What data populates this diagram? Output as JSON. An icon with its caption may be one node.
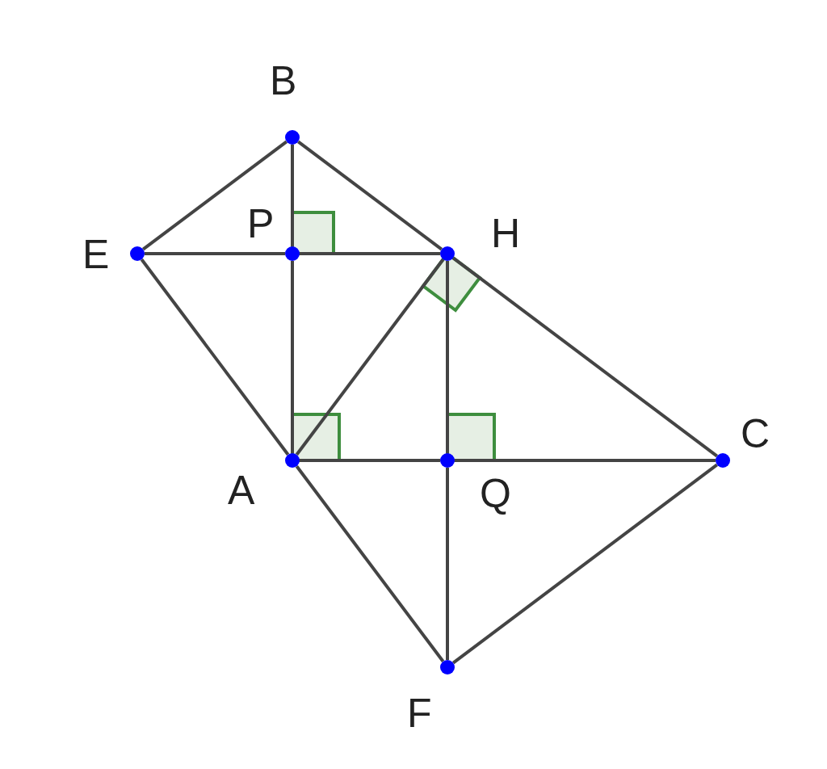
{
  "diagram": {
    "nodes": [
      {
        "text": [
          "B"
        ]
      },
      {
        "text": [
          "E"
        ]
      },
      {
        "text": [
          "P"
        ]
      },
      {
        "text": [
          "H"
        ]
      },
      {
        "text": [
          "C"
        ]
      },
      {
        "text": [
          "A"
        ]
      },
      {
        "text": [
          "Q"
        ]
      },
      {
        "text": [
          "F"
        ]
      }
    ],
    "edges": [
      {
        "from": 1,
        "to": 0,
        "arrow": "none"
      },
      {
        "from": 0,
        "to": 2,
        "arrow": "none"
      },
      {
        "from": 2,
        "to": 5,
        "arrow": "none"
      },
      {
        "from": 0,
        "to": 3,
        "arrow": "none"
      },
      {
        "from": 1,
        "to": 2,
        "arrow": "none"
      },
      {
        "from": 2,
        "to": 3,
        "arrow": "none"
      },
      {
        "from": 1,
        "to": 5,
        "arrow": "none"
      },
      {
        "from": 5,
        "to": 3,
        "arrow": "none"
      },
      {
        "from": 3,
        "to": 6,
        "arrow": "none"
      },
      {
        "from": 6,
        "to": 7,
        "arrow": "none"
      },
      {
        "from": 3,
        "to": 4,
        "arrow": "none"
      },
      {
        "from": 5,
        "to": 6,
        "arrow": "none"
      },
      {
        "from": 6,
        "to": 4,
        "arrow": "none"
      },
      {
        "from": 5,
        "to": 7,
        "arrow": "none"
      },
      {
        "from": 7,
        "to": 4,
        "arrow": "none"
      }
    ]
  }
}
